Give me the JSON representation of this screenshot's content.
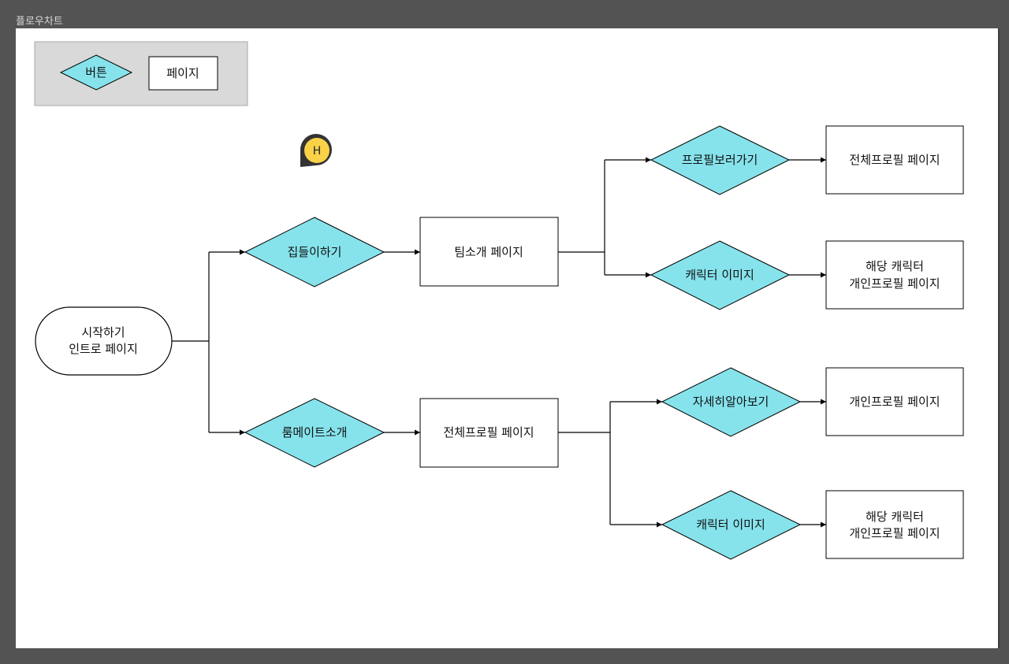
{
  "app": {
    "title": "플로우차트"
  },
  "colors": {
    "button_fill": "#86E3EC",
    "page_fill": "#FFFFFF",
    "legend_fill": "#D9D9D9",
    "badge_fill": "#F9D247",
    "badge_shadow": "#333333",
    "line": "#000000"
  },
  "legend": {
    "button_label": "버튼",
    "page_label": "페이지"
  },
  "cursor_badge": {
    "letter": "H"
  },
  "nodes": {
    "start": {
      "line1": "시작하기",
      "line2": "인트로 페이지"
    },
    "btn_gather": {
      "label": "집들이하기"
    },
    "btn_roommate": {
      "label": "룸메이트소개"
    },
    "page_team": {
      "label": "팀소개 페이지"
    },
    "page_full_profile_lower": {
      "label": "전체프로필 페이지"
    },
    "btn_view_profile": {
      "label": "프로필보러가기"
    },
    "btn_char_image_upper": {
      "label": "캐릭터 이미지"
    },
    "btn_learn_more": {
      "label": "자세히알아보기"
    },
    "btn_char_image_lower": {
      "label": "캐릭터 이미지"
    },
    "page_full_profile_upper": {
      "label": "전체프로필 페이지"
    },
    "page_char_upper": {
      "line1": "해당 캐릭터",
      "line2": "개인프로필 페이지"
    },
    "page_personal_profile": {
      "label": "개인프로필 페이지"
    },
    "page_char_lower": {
      "line1": "해당 캐릭터",
      "line2": "개인프로필 페이지"
    }
  }
}
